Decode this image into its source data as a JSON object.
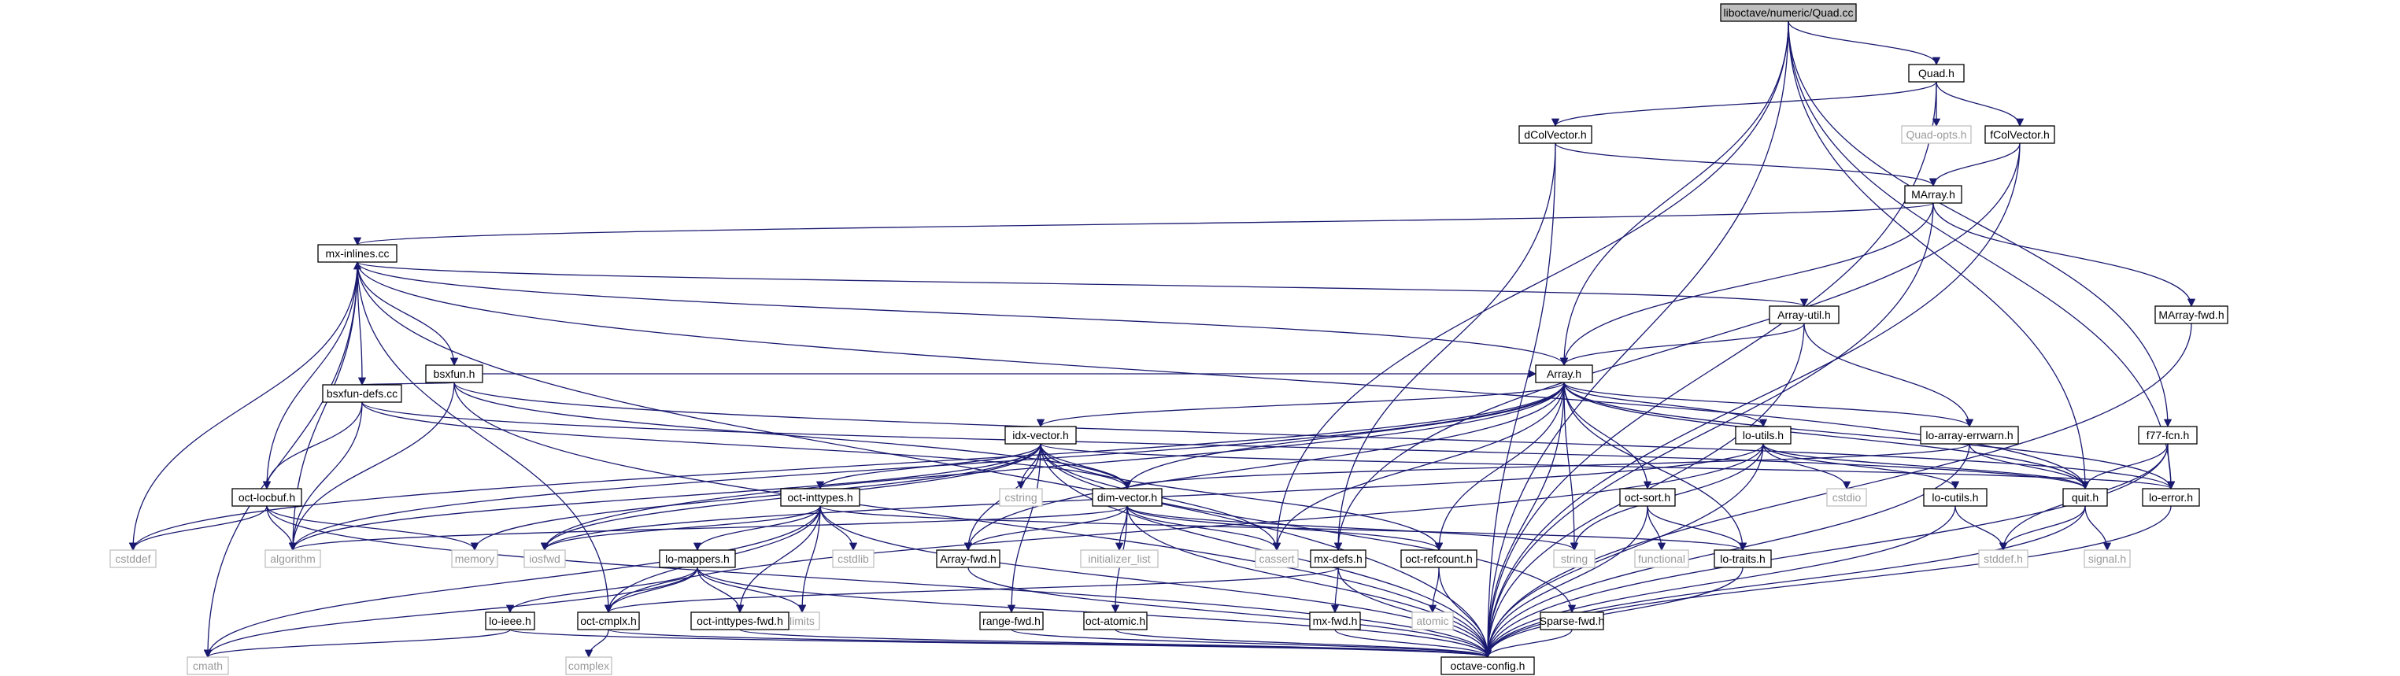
{
  "graph": {
    "edge_color": "#191970",
    "root_fill": "#bfbfbf",
    "system_header_border": "#bfbfbf",
    "nodes": [
      {
        "id": "root",
        "label": "liboctave/numeric/Quad.cc",
        "kind": "root"
      },
      {
        "id": "quad_h",
        "label": "Quad.h",
        "kind": "local"
      },
      {
        "id": "quad_opts",
        "label": "Quad-opts.h",
        "kind": "system"
      },
      {
        "id": "dcolvector",
        "label": "dColVector.h",
        "kind": "local"
      },
      {
        "id": "fcolvector",
        "label": "fColVector.h",
        "kind": "local"
      },
      {
        "id": "marray",
        "label": "MArray.h",
        "kind": "local"
      },
      {
        "id": "mx_inlines",
        "label": "mx-inlines.cc",
        "kind": "local"
      },
      {
        "id": "array_util",
        "label": "Array-util.h",
        "kind": "local"
      },
      {
        "id": "marray_fwd",
        "label": "MArray-fwd.h",
        "kind": "local"
      },
      {
        "id": "bsxfun",
        "label": "bsxfun.h",
        "kind": "local"
      },
      {
        "id": "array_h",
        "label": "Array.h",
        "kind": "local"
      },
      {
        "id": "bsxfun_defs",
        "label": "bsxfun-defs.cc",
        "kind": "local"
      },
      {
        "id": "idx_vector",
        "label": "idx-vector.h",
        "kind": "local"
      },
      {
        "id": "lo_utils",
        "label": "lo-utils.h",
        "kind": "local"
      },
      {
        "id": "lo_array_errwarn",
        "label": "lo-array-errwarn.h",
        "kind": "local"
      },
      {
        "id": "f77_fcn",
        "label": "f77-fcn.h",
        "kind": "local"
      },
      {
        "id": "oct_locbuf",
        "label": "oct-locbuf.h",
        "kind": "local"
      },
      {
        "id": "dim_vector",
        "label": "dim-vector.h",
        "kind": "local"
      },
      {
        "id": "cstring",
        "label": "cstring",
        "kind": "system"
      },
      {
        "id": "cstdio",
        "label": "cstdio",
        "kind": "system"
      },
      {
        "id": "lo_cutils",
        "label": "lo-cutils.h",
        "kind": "local"
      },
      {
        "id": "quit_h",
        "label": "quit.h",
        "kind": "local"
      },
      {
        "id": "lo_error",
        "label": "lo-error.h",
        "kind": "local"
      },
      {
        "id": "oct_inttypes",
        "label": "oct-inttypes.h",
        "kind": "local"
      },
      {
        "id": "oct_sort",
        "label": "oct-sort.h",
        "kind": "local"
      },
      {
        "id": "cstddef",
        "label": "cstddef",
        "kind": "system"
      },
      {
        "id": "algorithm",
        "label": "algorithm",
        "kind": "system"
      },
      {
        "id": "memory",
        "label": "memory",
        "kind": "system"
      },
      {
        "id": "iosfwd",
        "label": "iosfwd",
        "kind": "system"
      },
      {
        "id": "cstdlib",
        "label": "cstdlib",
        "kind": "system"
      },
      {
        "id": "array_fwd",
        "label": "Array-fwd.h",
        "kind": "local"
      },
      {
        "id": "initializer_list",
        "label": "initializer_list",
        "kind": "system"
      },
      {
        "id": "cassert",
        "label": "cassert",
        "kind": "system"
      },
      {
        "id": "mx_defs",
        "label": "mx-defs.h",
        "kind": "local"
      },
      {
        "id": "oct_refcount",
        "label": "oct-refcount.h",
        "kind": "local"
      },
      {
        "id": "string",
        "label": "string",
        "kind": "system"
      },
      {
        "id": "functional",
        "label": "functional",
        "kind": "system"
      },
      {
        "id": "lo_traits",
        "label": "lo-traits.h",
        "kind": "local"
      },
      {
        "id": "stddef_h",
        "label": "stddef.h",
        "kind": "system"
      },
      {
        "id": "signal_h",
        "label": "signal.h",
        "kind": "system"
      },
      {
        "id": "lo_mappers",
        "label": "lo-mappers.h",
        "kind": "local"
      },
      {
        "id": "limits",
        "label": "limits",
        "kind": "system"
      },
      {
        "id": "lo_ieee",
        "label": "lo-ieee.h",
        "kind": "local"
      },
      {
        "id": "oct_cmplx",
        "label": "oct-cmplx.h",
        "kind": "local"
      },
      {
        "id": "oct_inttypes_fwd",
        "label": "oct-inttypes-fwd.h",
        "kind": "local"
      },
      {
        "id": "range_fwd",
        "label": "range-fwd.h",
        "kind": "local"
      },
      {
        "id": "oct_atomic",
        "label": "oct-atomic.h",
        "kind": "local"
      },
      {
        "id": "mx_fwd",
        "label": "mx-fwd.h",
        "kind": "local"
      },
      {
        "id": "atomic",
        "label": "atomic",
        "kind": "system"
      },
      {
        "id": "sparse_fwd",
        "label": "Sparse-fwd.h",
        "kind": "local"
      },
      {
        "id": "cmath",
        "label": "cmath",
        "kind": "system"
      },
      {
        "id": "complex",
        "label": "complex",
        "kind": "system"
      },
      {
        "id": "octave_config",
        "label": "octave-config.h",
        "kind": "local"
      }
    ],
    "edges": [
      [
        "root",
        "quad_h"
      ],
      [
        "root",
        "array_h"
      ],
      [
        "root",
        "cassert"
      ],
      [
        "root",
        "quit_h"
      ],
      [
        "root",
        "lo_error"
      ],
      [
        "root",
        "f77_fcn"
      ],
      [
        "root",
        "octave_config"
      ],
      [
        "quad_h",
        "dcolvector"
      ],
      [
        "quad_h",
        "quad_opts"
      ],
      [
        "quad_h",
        "fcolvector"
      ],
      [
        "quad_h",
        "octave_config"
      ],
      [
        "dcolvector",
        "marray"
      ],
      [
        "dcolvector",
        "mx_defs"
      ],
      [
        "dcolvector",
        "octave_config"
      ],
      [
        "fcolvector",
        "marray"
      ],
      [
        "fcolvector",
        "mx_defs"
      ],
      [
        "fcolvector",
        "octave_config"
      ],
      [
        "marray",
        "mx_inlines"
      ],
      [
        "marray",
        "array_h"
      ],
      [
        "marray",
        "marray_fwd"
      ],
      [
        "marray",
        "octave_config"
      ],
      [
        "marray_fwd",
        "octave_config"
      ],
      [
        "mx_inlines",
        "array_util"
      ],
      [
        "mx_inlines",
        "array_h"
      ],
      [
        "mx_inlines",
        "bsxfun"
      ],
      [
        "mx_inlines",
        "cstddef"
      ],
      [
        "mx_inlines",
        "cmath"
      ],
      [
        "mx_inlines",
        "algorithm"
      ],
      [
        "mx_inlines",
        "oct_cmplx"
      ],
      [
        "mx_inlines",
        "oct_locbuf"
      ],
      [
        "mx_inlines",
        "quit_h"
      ],
      [
        "mx_inlines",
        "octave_config"
      ],
      [
        "array_util",
        "array_h"
      ],
      [
        "array_util",
        "lo_array_errwarn"
      ],
      [
        "array_util",
        "octave_config"
      ],
      [
        "bsxfun",
        "bsxfun_defs"
      ],
      [
        "bsxfun",
        "array_h"
      ],
      [
        "bsxfun",
        "dim_vector"
      ],
      [
        "bsxfun",
        "algorithm"
      ],
      [
        "bsxfun",
        "lo_error"
      ],
      [
        "bsxfun",
        "octave_config"
      ],
      [
        "bsxfun_defs",
        "mx_inlines"
      ],
      [
        "bsxfun_defs",
        "oct_locbuf"
      ],
      [
        "bsxfun_defs",
        "dim_vector"
      ],
      [
        "bsxfun_defs",
        "algorithm"
      ],
      [
        "bsxfun_defs",
        "quit_h"
      ],
      [
        "array_h",
        "idx_vector"
      ],
      [
        "array_h",
        "lo_utils"
      ],
      [
        "array_h",
        "lo_array_errwarn"
      ],
      [
        "array_h",
        "lo_error"
      ],
      [
        "array_h",
        "cstddef"
      ],
      [
        "array_h",
        "algorithm"
      ],
      [
        "array_h",
        "iosfwd"
      ],
      [
        "array_h",
        "string"
      ],
      [
        "array_h",
        "array_fwd"
      ],
      [
        "array_h",
        "dim_vector"
      ],
      [
        "array_h",
        "oct_refcount"
      ],
      [
        "array_h",
        "oct_sort"
      ],
      [
        "array_h",
        "lo_traits"
      ],
      [
        "array_h",
        "cassert"
      ],
      [
        "array_h",
        "quit_h"
      ],
      [
        "array_h",
        "octave_config"
      ],
      [
        "idx_vector",
        "cstring"
      ],
      [
        "idx_vector",
        "array_fwd"
      ],
      [
        "idx_vector",
        "dim_vector"
      ],
      [
        "idx_vector",
        "oct_inttypes"
      ],
      [
        "idx_vector",
        "oct_refcount"
      ],
      [
        "idx_vector",
        "range_fwd"
      ],
      [
        "idx_vector",
        "sparse_fwd"
      ],
      [
        "idx_vector",
        "lo_error"
      ],
      [
        "idx_vector",
        "algorithm"
      ],
      [
        "idx_vector",
        "memory"
      ],
      [
        "idx_vector",
        "iosfwd"
      ],
      [
        "idx_vector",
        "cassert"
      ],
      [
        "idx_vector",
        "octave_config"
      ],
      [
        "lo_utils",
        "cstdio"
      ],
      [
        "lo_utils",
        "lo_cutils"
      ],
      [
        "lo_utils",
        "quit_h"
      ],
      [
        "lo_utils",
        "string"
      ],
      [
        "lo_utils",
        "iosfwd"
      ],
      [
        "lo_utils",
        "oct_cmplx"
      ],
      [
        "lo_utils",
        "octave_config"
      ],
      [
        "lo_array_errwarn",
        "quit_h"
      ],
      [
        "lo_array_errwarn",
        "dim_vector"
      ],
      [
        "lo_array_errwarn",
        "octave_config"
      ],
      [
        "f77_fcn",
        "quit_h"
      ],
      [
        "f77_fcn",
        "lo_error"
      ],
      [
        "f77_fcn",
        "stddef_h"
      ],
      [
        "f77_fcn",
        "octave_config"
      ],
      [
        "oct_locbuf",
        "cstddef"
      ],
      [
        "oct_locbuf",
        "algorithm"
      ],
      [
        "oct_locbuf",
        "memory"
      ],
      [
        "oct_locbuf",
        "octave_config"
      ],
      [
        "dim_vector",
        "algorithm"
      ],
      [
        "dim_vector",
        "initializer_list"
      ],
      [
        "dim_vector",
        "string"
      ],
      [
        "dim_vector",
        "cassert"
      ],
      [
        "dim_vector",
        "array_fwd"
      ],
      [
        "dim_vector",
        "oct_atomic"
      ],
      [
        "dim_vector",
        "oct_refcount"
      ],
      [
        "dim_vector",
        "octave_config"
      ],
      [
        "lo_cutils",
        "stddef_h"
      ],
      [
        "lo_cutils",
        "octave_config"
      ],
      [
        "quit_h",
        "signal_h"
      ],
      [
        "quit_h",
        "stddef_h"
      ],
      [
        "quit_h",
        "octave_config"
      ],
      [
        "lo_error",
        "octave_config"
      ],
      [
        "oct_inttypes",
        "cstdlib"
      ],
      [
        "oct_inttypes",
        "limits"
      ],
      [
        "oct_inttypes",
        "iosfwd"
      ],
      [
        "oct_inttypes",
        "lo_traits"
      ],
      [
        "oct_inttypes",
        "lo_mappers"
      ],
      [
        "oct_inttypes",
        "oct_inttypes_fwd"
      ],
      [
        "oct_inttypes",
        "cmath"
      ],
      [
        "oct_inttypes",
        "oct_cmplx"
      ],
      [
        "oct_inttypes",
        "octave_config"
      ],
      [
        "oct_sort",
        "lo_traits"
      ],
      [
        "oct_sort",
        "functional"
      ],
      [
        "oct_sort",
        "octave_config"
      ],
      [
        "array_fwd",
        "octave_config"
      ],
      [
        "mx_defs",
        "mx_fwd"
      ],
      [
        "mx_defs",
        "oct_cmplx"
      ],
      [
        "mx_defs",
        "octave_config"
      ],
      [
        "oct_refcount",
        "atomic"
      ],
      [
        "oct_refcount",
        "octave_config"
      ],
      [
        "lo_traits",
        "octave_config"
      ],
      [
        "lo_mappers",
        "lo_ieee"
      ],
      [
        "lo_mappers",
        "oct_cmplx"
      ],
      [
        "lo_mappers",
        "oct_inttypes_fwd"
      ],
      [
        "lo_mappers",
        "cmath"
      ],
      [
        "lo_mappers",
        "limits"
      ],
      [
        "lo_mappers",
        "octave_config"
      ],
      [
        "lo_ieee",
        "cmath"
      ],
      [
        "lo_ieee",
        "octave_config"
      ],
      [
        "oct_cmplx",
        "complex"
      ],
      [
        "oct_cmplx",
        "octave_config"
      ],
      [
        "oct_inttypes_fwd",
        "octave_config"
      ],
      [
        "range_fwd",
        "octave_config"
      ],
      [
        "oct_atomic",
        "octave_config"
      ],
      [
        "mx_fwd",
        "octave_config"
      ],
      [
        "sparse_fwd",
        "octave_config"
      ]
    ]
  }
}
